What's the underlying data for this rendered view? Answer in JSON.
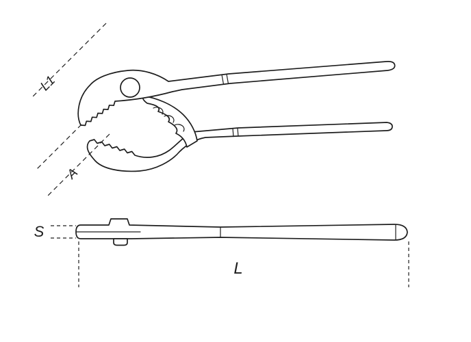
{
  "colors": {
    "background": "#ffffff",
    "line_art": "#1d1d1d"
  },
  "labels": {
    "jaw_length": "L1",
    "jaw_opening": "A",
    "thickness": "S",
    "overall_length": "L"
  }
}
